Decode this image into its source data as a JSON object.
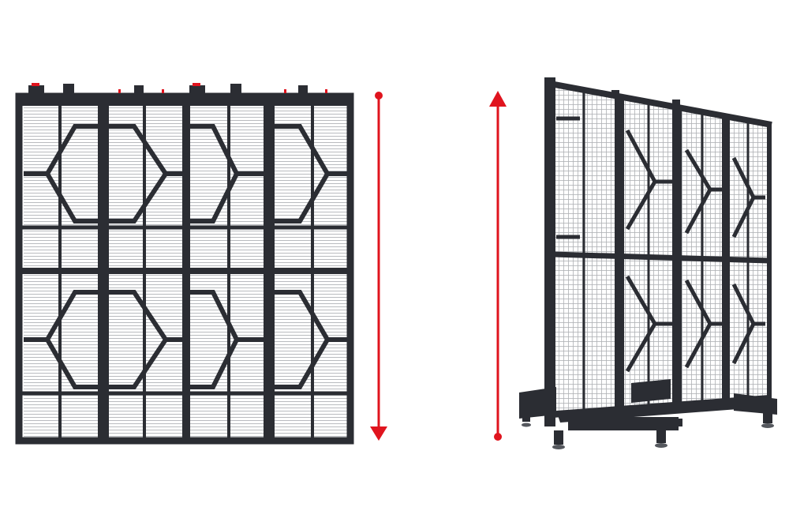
{
  "scene": {
    "background": "#ffffff",
    "frame_color": "#2b2d33",
    "mesh_color": "#9a9ca1",
    "arrow_color": "#e0141e",
    "left_view": {
      "name": "front-view",
      "arrow": "height-downward"
    },
    "right_view": {
      "name": "perspective-view",
      "arrow": "height-upward"
    }
  }
}
